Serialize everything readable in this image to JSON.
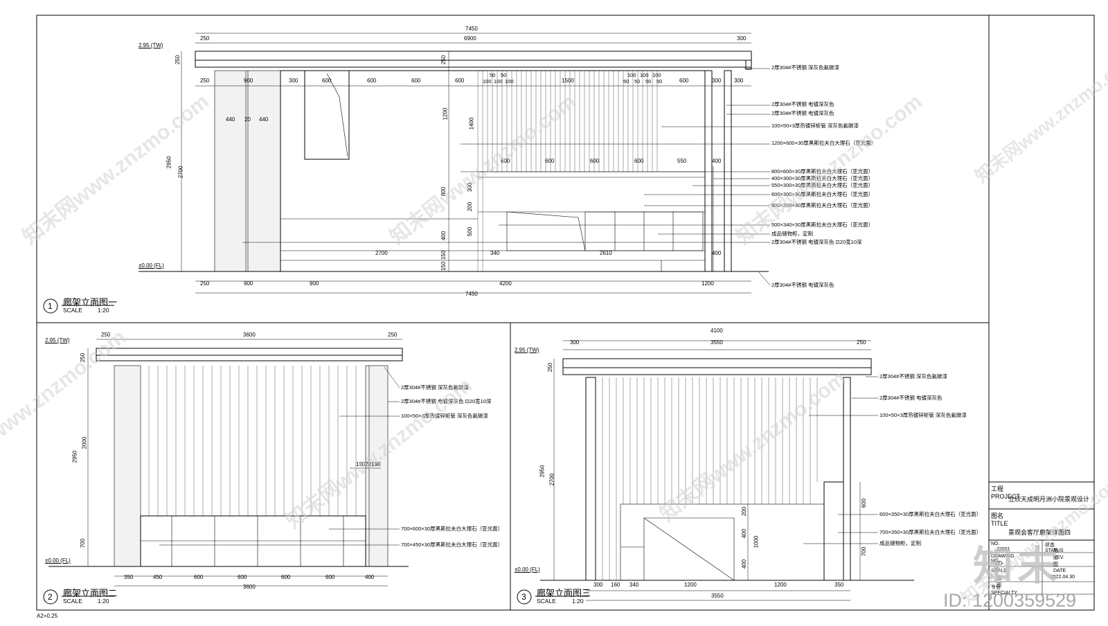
{
  "drawings": [
    {
      "number": "1",
      "title": "廊架立面图一",
      "scale_label": "SCALE",
      "scale_value": "1:20",
      "elevation_top": "2.95 (TW)",
      "elevation_base": "±0.00 (FL)",
      "top_dims": {
        "overall": "7450",
        "left": "250",
        "middle": "6900",
        "right": "300"
      },
      "left_dims": {
        "beam": "250",
        "beam2": "250",
        "overall": "2950",
        "post": "2700"
      },
      "row1_dims": [
        "250",
        "900",
        "300",
        "600",
        "600",
        "600",
        "600",
        "1500",
        "600",
        "300",
        "300"
      ],
      "slat_dims_left": [
        "50",
        "50",
        "100",
        "100",
        "100"
      ],
      "slat_dims_right": [
        "100",
        "100",
        "100",
        "50",
        "50",
        "50",
        "50"
      ],
      "door_dims": [
        "440",
        "20",
        "440"
      ],
      "vert_dims": {
        "v1200": "1200",
        "v1400": "1400",
        "v800": "800",
        "v300": "300",
        "v200": "200",
        "v500": "500",
        "v400": "400",
        "v150a": "150",
        "v150b": "150"
      },
      "row2_dims": [
        "600",
        "600",
        "600",
        "600",
        "550",
        "400"
      ],
      "row3_dims": [
        "2700",
        "340",
        "2610",
        "400"
      ],
      "bottom_dims": [
        "250",
        "900",
        "900",
        "4200",
        "1200"
      ],
      "bottom_overall": "7450",
      "notes": [
        "2厚304#不锈钢  深灰色氟碳漆",
        "2厚304#不锈钢  电镀深灰色",
        "2厚304#不锈钢  电镀深灰色",
        "100×50×3厚热镀锌矩管  深灰色氟碳漆",
        "1200×600×30厚黑斯拉夫白大理石（亚光面）",
        "800×600×30厚黑斯拉夫白大理石（亚光面）",
        "400×300×30厚黑斯拉夫白大理石（亚光面）",
        "550×300×30厚黑斯拉夫白大理石（亚光面）",
        "600×300×30厚黑斯拉夫白大理石（亚光面）",
        "600×200×30厚黑斯拉夫白大理石（亚光面）",
        "500×340×30厚黑斯拉夫白大理石（亚光面）",
        "成品储物柜，定制",
        "2厚304#不锈钢  电镀深灰色  ⊡20宽10深",
        "2厚304#不锈钢  电镀深灰色"
      ]
    },
    {
      "number": "2",
      "title": "廊架立面图二",
      "scale_label": "SCALE",
      "scale_value": "1:20",
      "elevation_top": "2.95 (TW)",
      "elevation_base": "±0.00 (FL)",
      "top_dims": {
        "left": "250",
        "middle": "3600",
        "right": "250"
      },
      "left_dims": {
        "beam": "250",
        "overall": "2950",
        "upper": "2000",
        "lower": "700"
      },
      "gap_dim": "19020190",
      "bottom_dims": [
        "350",
        "450",
        "600",
        "600",
        "600",
        "600",
        "400"
      ],
      "bottom_overall": "3600",
      "notes": [
        "2厚304#不锈钢  深灰色氟碳漆",
        "2厚304#不锈钢  电镀深灰色  ⊡20宽10深",
        "100×50×3厚热镀锌矩管  深灰色氟碳漆",
        "700×600×30厚黑斯拉夫白大理石（亚光面）",
        "700×450×30厚黑斯拉夫白大理石（亚光面）"
      ]
    },
    {
      "number": "3",
      "title": "廊架立面图三",
      "scale_label": "SCALE",
      "scale_value": "1:20",
      "elevation_top": "2.95 (TW)",
      "elevation_base": "±0.00 (FL)",
      "top_dims": {
        "overall": "4100",
        "left": "300",
        "middle": "3550",
        "right": "250"
      },
      "left_dims": {
        "beam": "250",
        "overall": "2950",
        "post": "2700"
      },
      "vert_dims": {
        "v200": "200",
        "v400a": "400",
        "v1000": "1000",
        "v400b": "400",
        "v600": "600",
        "v700": "700"
      },
      "bottom_dims": [
        "300",
        "160",
        "340",
        "1200",
        "1200",
        "350"
      ],
      "bottom_overall": "3550",
      "notes": [
        "2厚304#不锈钢  深灰色氟碳漆",
        "2厚304#不锈钢  电镀深灰色",
        "100×50×3厚热镀锌矩管  深灰色氟碳漆",
        "600×350×30厚黑斯拉夫白大理石（亚光面）",
        "700×350×30厚黑斯拉夫白大理石（亚光面）",
        "成品储物柜，定制"
      ]
    }
  ],
  "title_block": {
    "project_label": "工程  PROJECT",
    "project_name": "立欣天成明月洲小院景观设计",
    "title_label": "图名  TITLE",
    "title_name": "景观会客厅廊架详图四",
    "no_label": "NO.",
    "no_value": "22001",
    "status_label": "状态  STATUS",
    "status_value": "施工图",
    "drawing_label": "DRAWING NO.",
    "rev_label": "REV.",
    "drawing_no": "LD-4",
    "scale_label": "SCALE",
    "scale_value": "见图",
    "date_label": "DATE",
    "date_value": "2022.04.30",
    "specialty_label": "专业  SPECIALTY"
  },
  "sheet_size": "A2+0.25",
  "watermarks": [
    "知末网www.znzmo.com",
    "知末网www.znzmo.com",
    "知末网www.znzmo.com",
    "知末网www.znzmo.com",
    "知末网www.znzmo.com",
    "知末网www.znzmo.com",
    "知末网www.znzmo.com",
    "知末网www.znzmo.com"
  ],
  "logo_text": "知末",
  "image_id": "ID: 1200359529"
}
